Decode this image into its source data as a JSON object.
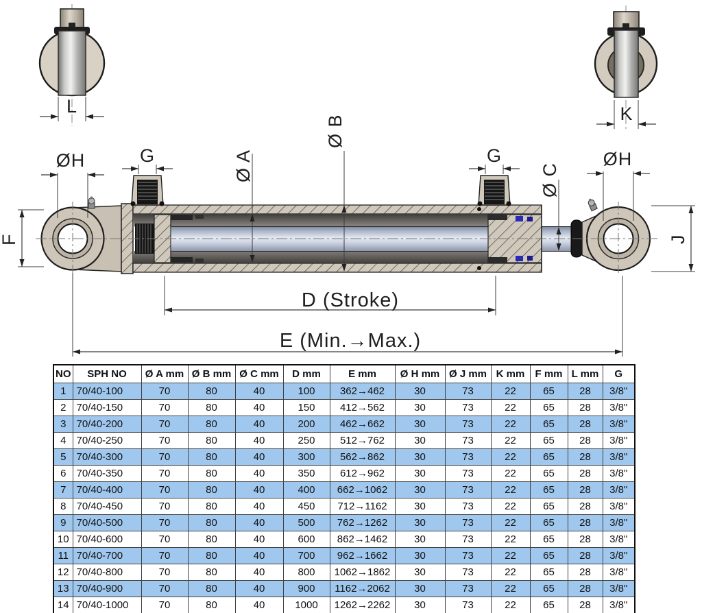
{
  "diagram": {
    "labels": {
      "l": "L",
      "k": "K",
      "oh_left": "ØH",
      "g_left": "G",
      "oa": "Ø A",
      "ob": "Ø B",
      "g_right": "G",
      "oc": "Ø C",
      "oh_right": "ØH",
      "f": "F",
      "j": "J",
      "d_stroke": "D (Stroke)",
      "e_range": "E (Min.→Max.)"
    }
  },
  "table": {
    "highlight_color": "#A0C8EE",
    "headers": [
      "NO",
      "SPH NO",
      "Ø A mm",
      "Ø B mm",
      "Ø C mm",
      "D mm",
      "E mm",
      "Ø H mm",
      "Ø J mm",
      "K mm",
      "F mm",
      "L mm",
      "G"
    ],
    "rows": [
      [
        "1",
        "70/40-100",
        "70",
        "80",
        "40",
        "100",
        "362→462",
        "30",
        "73",
        "22",
        "65",
        "28",
        "3/8\""
      ],
      [
        "2",
        "70/40-150",
        "70",
        "80",
        "40",
        "150",
        "412→562",
        "30",
        "73",
        "22",
        "65",
        "28",
        "3/8\""
      ],
      [
        "3",
        "70/40-200",
        "70",
        "80",
        "40",
        "200",
        "462→662",
        "30",
        "73",
        "22",
        "65",
        "28",
        "3/8\""
      ],
      [
        "4",
        "70/40-250",
        "70",
        "80",
        "40",
        "250",
        "512→762",
        "30",
        "73",
        "22",
        "65",
        "28",
        "3/8\""
      ],
      [
        "5",
        "70/40-300",
        "70",
        "80",
        "40",
        "300",
        "562→862",
        "30",
        "73",
        "22",
        "65",
        "28",
        "3/8\""
      ],
      [
        "6",
        "70/40-350",
        "70",
        "80",
        "40",
        "350",
        "612→962",
        "30",
        "73",
        "22",
        "65",
        "28",
        "3/8\""
      ],
      [
        "7",
        "70/40-400",
        "70",
        "80",
        "40",
        "400",
        "662→1062",
        "30",
        "73",
        "22",
        "65",
        "28",
        "3/8\""
      ],
      [
        "8",
        "70/40-450",
        "70",
        "80",
        "40",
        "450",
        "712→1162",
        "30",
        "73",
        "22",
        "65",
        "28",
        "3/8\""
      ],
      [
        "9",
        "70/40-500",
        "70",
        "80",
        "40",
        "500",
        "762→1262",
        "30",
        "73",
        "22",
        "65",
        "28",
        "3/8\""
      ],
      [
        "10",
        "70/40-600",
        "70",
        "80",
        "40",
        "600",
        "862→1462",
        "30",
        "73",
        "22",
        "65",
        "28",
        "3/8\""
      ],
      [
        "11",
        "70/40-700",
        "70",
        "80",
        "40",
        "700",
        "962→1662",
        "30",
        "73",
        "22",
        "65",
        "28",
        "3/8\""
      ],
      [
        "12",
        "70/40-800",
        "70",
        "80",
        "40",
        "800",
        "1062→1862",
        "30",
        "73",
        "22",
        "65",
        "28",
        "3/8\""
      ],
      [
        "13",
        "70/40-900",
        "70",
        "80",
        "40",
        "900",
        "1162→2062",
        "30",
        "73",
        "22",
        "65",
        "28",
        "3/8\""
      ],
      [
        "14",
        "70/40-1000",
        "70",
        "80",
        "40",
        "1000",
        "1262→2262",
        "30",
        "73",
        "22",
        "65",
        "28",
        "3/8\""
      ]
    ]
  }
}
